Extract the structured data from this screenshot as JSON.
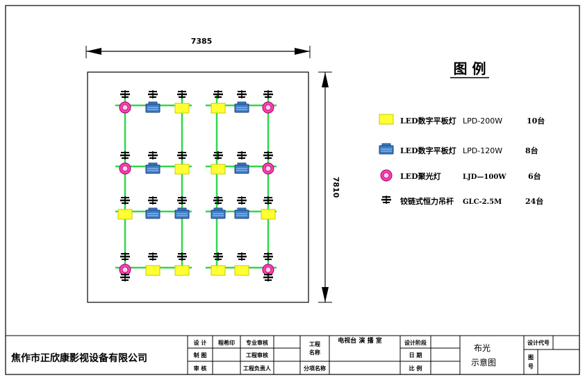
{
  "dimensions": {
    "width": "7385",
    "height": "7810"
  },
  "legend": {
    "title": "图 例",
    "items": [
      {
        "name": "LED数字平板灯",
        "model": "LPD-200W",
        "qty": "10台",
        "icon": "yellow-panel-light-icon",
        "color": "#ffff33"
      },
      {
        "name": "LED数字平板灯",
        "model": "LPD-120W",
        "qty": "8台",
        "icon": "blue-panel-light-icon",
        "color": "#3b7cc4"
      },
      {
        "name": "LED聚光灯",
        "model": "LJD—100W",
        "qty": "6台",
        "icon": "pink-spotlight-icon",
        "color": "#ff3fb0"
      },
      {
        "name": "铰链式恒力吊杆",
        "model": "GLC-2.5M",
        "qty": "24台",
        "icon": "hanger-icon",
        "color": "#000000"
      }
    ]
  },
  "title_block": {
    "company": "焦作市正欣康影视设备有限公司",
    "design": "设 计",
    "design_sign": "程希印",
    "drawing": "制 图",
    "check": "审 核",
    "prof_review": "专业审核",
    "proj_review": "工程审核",
    "proj_lead": "工程负责人",
    "proj_name_label": "工程名称",
    "proj_name": "电视台 演 播 室",
    "sub_label": "分项名称",
    "stage_label": "设计阶段",
    "date_label": "日 期",
    "scale_label": "比 例",
    "drawing_title_1": "布光",
    "drawing_title_2": "示意图",
    "code_label": "设计代号",
    "no_label": "图号"
  },
  "colors": {
    "pipe": "#2fd84a",
    "yellow": "#ffff33",
    "blue": "#3b7cc4",
    "pink": "#ff3fb0",
    "hanger": "#000000"
  }
}
